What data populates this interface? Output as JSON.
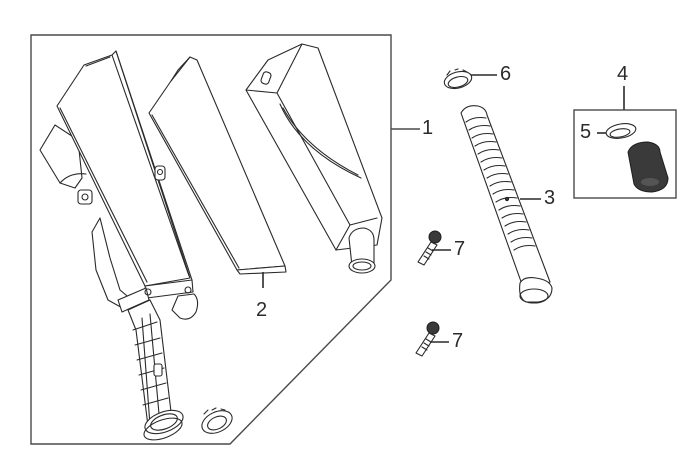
{
  "diagram": {
    "type": "exploded-parts-diagram",
    "subject": "air filter assembly",
    "callouts": [
      {
        "id": "1",
        "label": "1",
        "part": "air cleaner assembly (group frame)"
      },
      {
        "id": "2",
        "label": "2",
        "part": "filter element"
      },
      {
        "id": "3",
        "label": "3",
        "part": "corrugated hose"
      },
      {
        "id": "4",
        "label": "4",
        "part": "sub-assembly (boxed)"
      },
      {
        "id": "5",
        "label": "5",
        "part": "hose clamp"
      },
      {
        "id": "6",
        "label": "6",
        "part": "hose clamp"
      },
      {
        "id": "7a",
        "label": "7",
        "part": "bolt"
      },
      {
        "id": "7b",
        "label": "7",
        "part": "bolt"
      }
    ],
    "colors": {
      "line": "#2a2a2a",
      "frame": "#4a4a4a",
      "background": "#ffffff",
      "dark_part": "#3a3a3a"
    }
  }
}
